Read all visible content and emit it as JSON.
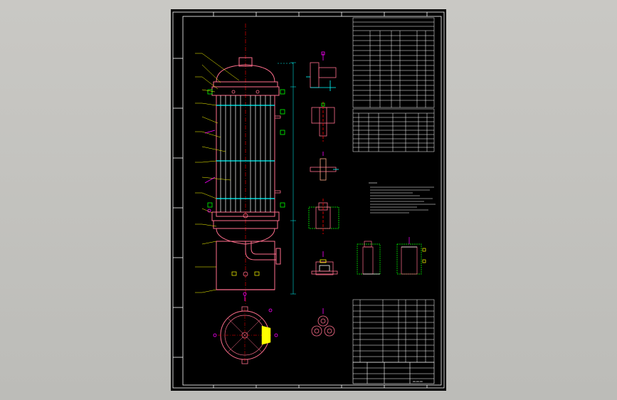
{
  "colors": {
    "background": "#000000",
    "viewport": "#c4c4c0",
    "frame": "#ffffff",
    "shell": "#ff6e8c",
    "tubes": "#ffffff",
    "baffle": "#00ffff",
    "nozzle_flag": "#00ff00",
    "callout": "#ffff00",
    "leader": "#ff00ff",
    "centerline": "#ff0000",
    "dimension": "#00ffff"
  },
  "title_block": {
    "drawing_no": "00-00-00"
  },
  "icons": [
    "frame-border",
    "shell-vessel",
    "tube-bundle",
    "nozzle-detail",
    "table-grid",
    "plan-view"
  ]
}
